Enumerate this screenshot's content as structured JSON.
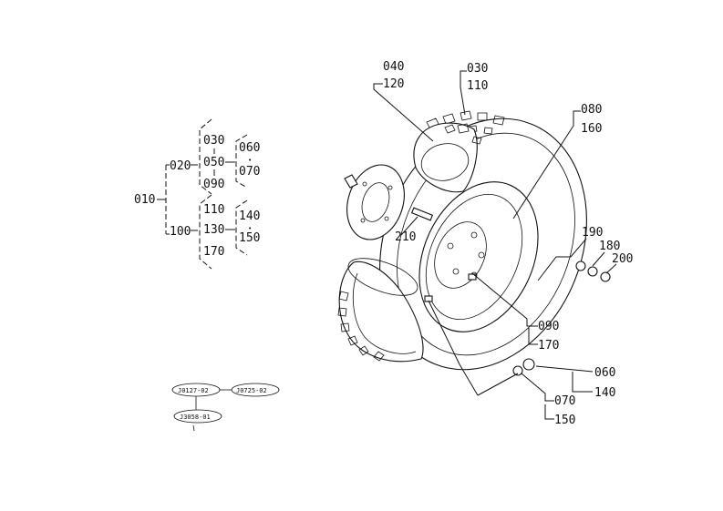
{
  "tree": {
    "root": "010",
    "g1": "020",
    "g1_top": "030",
    "g1_mid": "050",
    "g1_bot": "090",
    "g1_sub_a": "060",
    "g1_sub_b": "070",
    "g1_sub_dot": "•",
    "g2": "100",
    "g2_top": "110",
    "g2_mid": "130",
    "g2_bot": "170",
    "g2_sub_a": "140",
    "g2_sub_b": "150",
    "g2_sub_dot": "•"
  },
  "refs": {
    "a": "J0127-02",
    "b": "J0725-02",
    "c": "J3058-01"
  },
  "callouts": {
    "c040": "040",
    "c120": "120",
    "c030": "030",
    "c110": "110",
    "c080": "080",
    "c160": "160",
    "c210": "210",
    "c190": "190",
    "c180": "180",
    "c200": "200",
    "c090": "090",
    "c170": "170",
    "c060": "060",
    "c140": "140",
    "c070": "070",
    "c150": "150"
  }
}
